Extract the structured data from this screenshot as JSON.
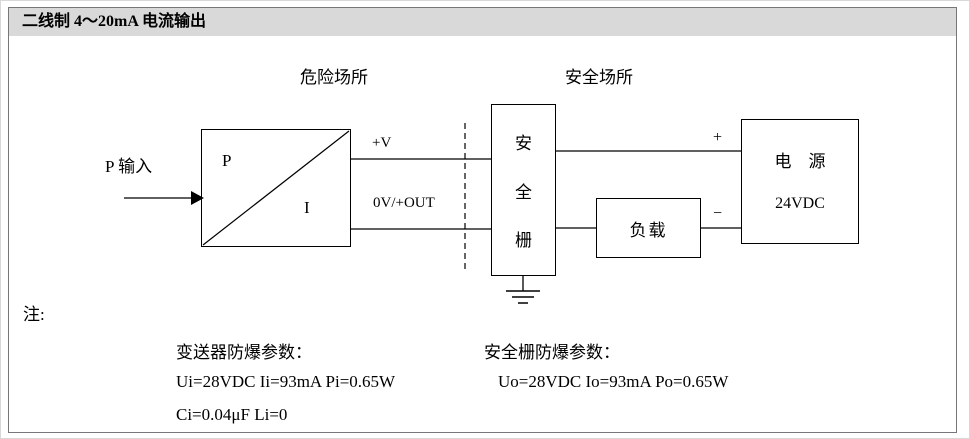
{
  "title": "二线制 4～20mA 电流输出",
  "diagram": {
    "areas": {
      "hazardous": "危险场所",
      "safe": "安全场所"
    },
    "input_label": "P 输入",
    "transmitter": {
      "p": "P",
      "i": "I"
    },
    "wire_labels": {
      "plus_v": "+V",
      "out": "0V/+OUT"
    },
    "barrier": {
      "chars": [
        "安",
        "全",
        "栅"
      ]
    },
    "load_label": "负载",
    "power": {
      "name": "电    源",
      "voltage": "24VDC"
    },
    "polarity": {
      "plus": "+",
      "minus": "−"
    }
  },
  "notes": {
    "label": "注:",
    "transmitter_title": "变送器防爆参数：",
    "transmitter_line1": "Ui=28VDC Ii=93mA Pi=0.65W",
    "transmitter_line2": "Ci=0.04μF Li=0",
    "barrier_title": "安全栅防爆参数：",
    "barrier_line1": "Uo=28VDC Io=93mA Po=0.65W"
  },
  "colors": {
    "titlebar_bg": "#d9d9d9",
    "line": "#000000"
  }
}
